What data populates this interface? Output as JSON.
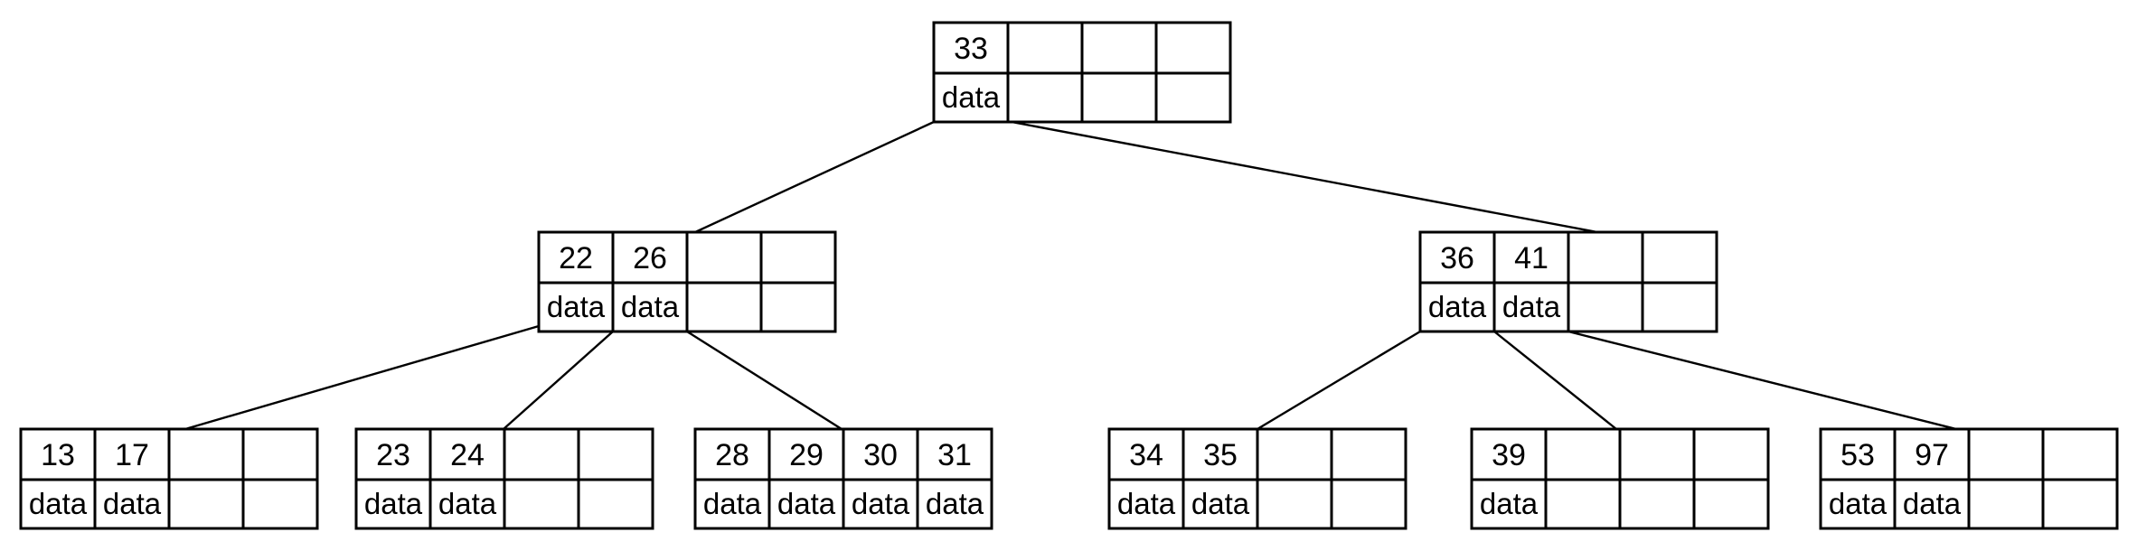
{
  "nodes": [
    {
      "id": "root",
      "cells": [
        {
          "key": "33",
          "data": "data"
        },
        {
          "key": "",
          "data": ""
        },
        {
          "key": "",
          "data": ""
        },
        {
          "key": "",
          "data": ""
        }
      ]
    },
    {
      "id": "internal-left",
      "cells": [
        {
          "key": "22",
          "data": "data"
        },
        {
          "key": "26",
          "data": "data"
        },
        {
          "key": "",
          "data": ""
        },
        {
          "key": "",
          "data": ""
        }
      ]
    },
    {
      "id": "internal-right",
      "cells": [
        {
          "key": "36",
          "data": "data"
        },
        {
          "key": "41",
          "data": "data"
        },
        {
          "key": "",
          "data": ""
        },
        {
          "key": "",
          "data": ""
        }
      ]
    },
    {
      "id": "leaf-1",
      "cells": [
        {
          "key": "13",
          "data": "data"
        },
        {
          "key": "17",
          "data": "data"
        },
        {
          "key": "",
          "data": ""
        },
        {
          "key": "",
          "data": ""
        }
      ]
    },
    {
      "id": "leaf-2",
      "cells": [
        {
          "key": "23",
          "data": "data"
        },
        {
          "key": "24",
          "data": "data"
        },
        {
          "key": "",
          "data": ""
        },
        {
          "key": "",
          "data": ""
        }
      ]
    },
    {
      "id": "leaf-3",
      "cells": [
        {
          "key": "28",
          "data": "data"
        },
        {
          "key": "29",
          "data": "data"
        },
        {
          "key": "30",
          "data": "data"
        },
        {
          "key": "31",
          "data": "data"
        }
      ]
    },
    {
      "id": "leaf-4",
      "cells": [
        {
          "key": "34",
          "data": "data"
        },
        {
          "key": "35",
          "data": "data"
        },
        {
          "key": "",
          "data": ""
        },
        {
          "key": "",
          "data": ""
        }
      ]
    },
    {
      "id": "leaf-5",
      "cells": [
        {
          "key": "39",
          "data": "data"
        },
        {
          "key": "",
          "data": ""
        },
        {
          "key": "",
          "data": ""
        },
        {
          "key": "",
          "data": ""
        }
      ]
    },
    {
      "id": "leaf-6",
      "cells": [
        {
          "key": "53",
          "data": "data"
        },
        {
          "key": "97",
          "data": "data"
        },
        {
          "key": "",
          "data": ""
        },
        {
          "key": "",
          "data": ""
        }
      ]
    }
  ],
  "edges": [
    {
      "from": "root",
      "to": "internal-left"
    },
    {
      "from": "root",
      "to": "internal-right"
    },
    {
      "from": "internal-left",
      "to": "leaf-1"
    },
    {
      "from": "internal-left",
      "to": "leaf-2"
    },
    {
      "from": "internal-left",
      "to": "leaf-3"
    },
    {
      "from": "internal-right",
      "to": "leaf-4"
    },
    {
      "from": "internal-right",
      "to": "leaf-5"
    },
    {
      "from": "internal-right",
      "to": "leaf-6"
    }
  ],
  "colors": {
    "stroke": "#000000",
    "fill": "#ffffff",
    "text": "#000000"
  }
}
